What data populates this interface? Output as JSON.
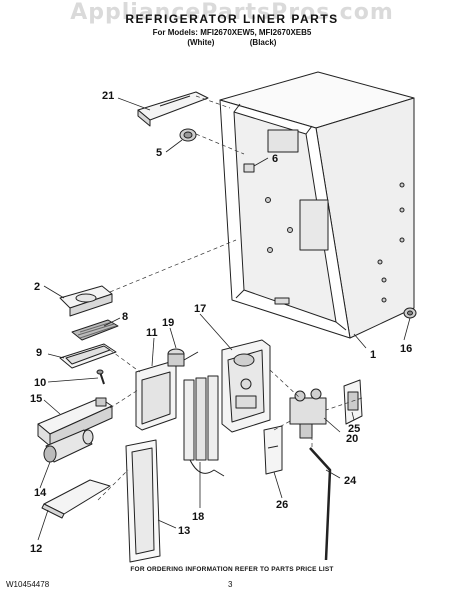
{
  "watermark": "AppliancePartsPros.com",
  "header": {
    "title": "REFRIGERATOR LINER PARTS",
    "models": "For Models: MFI2670XEW5, MFI2670XEB5",
    "color_white": "(White)",
    "color_black": "(Black)"
  },
  "callouts": [
    "21",
    "5",
    "6",
    "2",
    "8",
    "9",
    "11",
    "19",
    "17",
    "10",
    "15",
    "25",
    "20",
    "24",
    "14",
    "13",
    "18",
    "26",
    "12",
    "1",
    "16"
  ],
  "footer": {
    "ordering_note": "FOR ORDERING INFORMATION REFER TO PARTS PRICE LIST",
    "doc_number": "W10454478",
    "page_number": "3"
  },
  "colors": {
    "line": "#222222",
    "fill": "#f4f4f4",
    "shade": "#cfcfcf"
  }
}
